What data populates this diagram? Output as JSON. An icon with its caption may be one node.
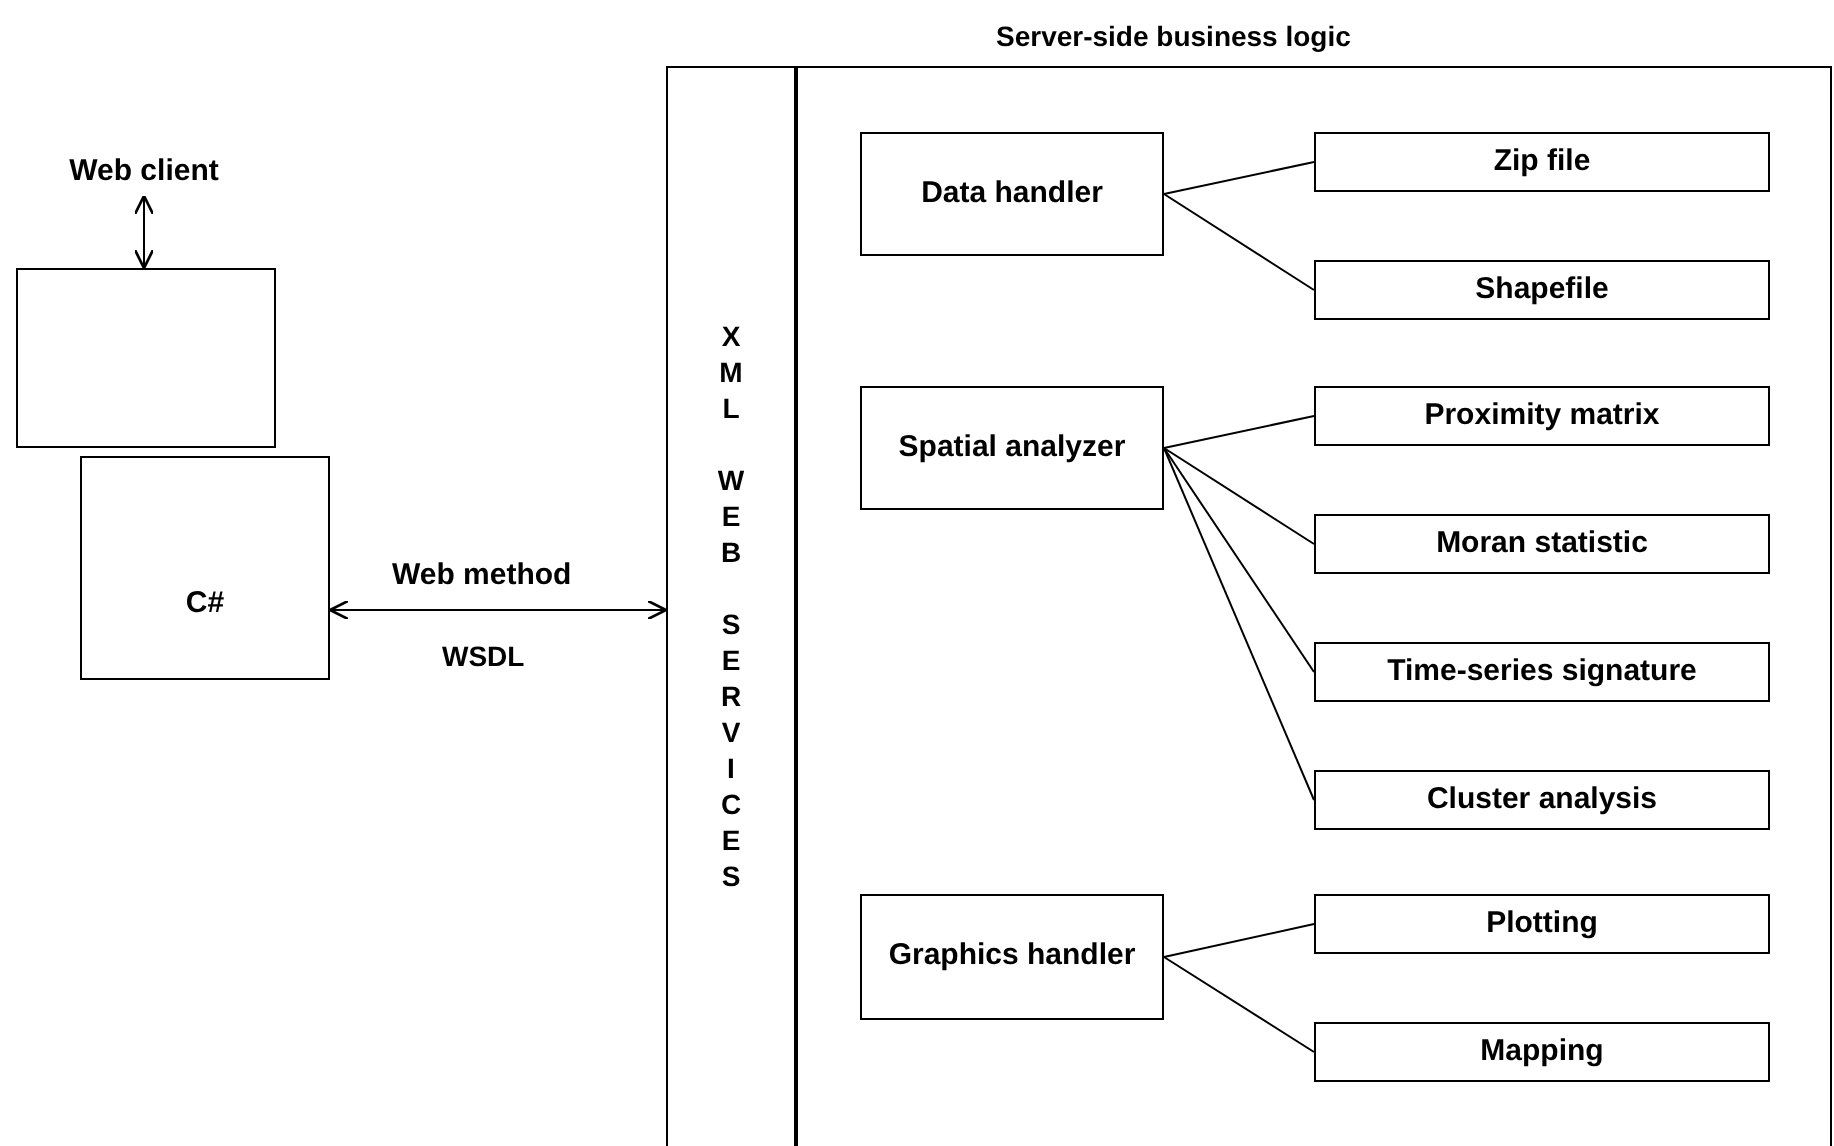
{
  "diagram": {
    "nodes": [
      {
        "text": [
          "Web client"
        ]
      },
      {
        "text": [],
        "shape": "box"
      },
      {
        "text": [
          "C#"
        ]
      },
      {
        "text": [
          "XML WEB SERVICES"
        ]
      },
      {
        "text": [
          "Server-side business logic"
        ]
      },
      {
        "text": [
          "Data handler"
        ],
        "in": 4
      },
      {
        "text": [
          "Zip file"
        ],
        "in": 4
      },
      {
        "text": [
          "Shapefile"
        ],
        "in": 4
      },
      {
        "text": [
          "Spatial analyzer"
        ],
        "in": 4
      },
      {
        "text": [
          "Proximity matrix"
        ],
        "in": 4
      },
      {
        "text": [
          "Moran statistic"
        ],
        "in": 4
      },
      {
        "text": [
          "Time-series signature"
        ],
        "in": 4
      },
      {
        "text": [
          "Cluster analysis"
        ],
        "in": 4
      },
      {
        "text": [
          "Graphics handler"
        ],
        "in": 4
      },
      {
        "text": [
          "Plotting"
        ],
        "in": 4
      },
      {
        "text": [
          "Mapping"
        ],
        "in": 4
      }
    ],
    "edges": [
      {
        "from": 0,
        "to": 1,
        "arrow": "both"
      },
      {
        "from": 2,
        "to": 3,
        "arrow": "both",
        "label": "Web method"
      },
      {
        "from": 5,
        "to": 6,
        "arrow": "none"
      },
      {
        "from": 5,
        "to": 7,
        "arrow": "none"
      },
      {
        "from": 8,
        "to": 9,
        "arrow": "none"
      },
      {
        "from": 8,
        "to": 10,
        "arrow": "none"
      },
      {
        "from": 8,
        "to": 11,
        "arrow": "none"
      },
      {
        "from": 8,
        "to": 12,
        "arrow": "none"
      },
      {
        "from": 13,
        "to": 14,
        "arrow": "none"
      },
      {
        "from": 13,
        "to": 15,
        "arrow": "none"
      }
    ],
    "labels": [
      "WSDL"
    ]
  }
}
